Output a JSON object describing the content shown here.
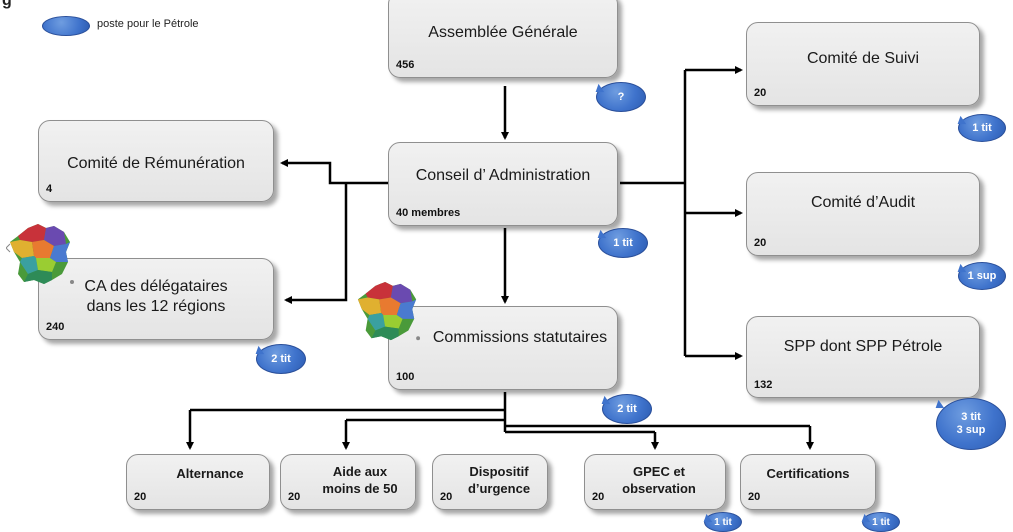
{
  "legend": {
    "title": "g",
    "text": "poste pour le Pétrole"
  },
  "boxes": {
    "ag": {
      "title": "Assemblée Générale",
      "num": "456"
    },
    "ca": {
      "title": "Conseil d’ Administration",
      "num": "40 membres"
    },
    "remun": {
      "title": "Comité de Rémunération",
      "num": "4"
    },
    "regions": {
      "title": "CA des délégataires\ndans les 12 régions",
      "num": "240"
    },
    "commissions": {
      "title": "Commissions statutaires",
      "num": "100"
    },
    "suivi": {
      "title": "Comité de Suivi",
      "num": "20"
    },
    "audit": {
      "title": "Comité d’Audit",
      "num": "20"
    },
    "spp": {
      "title": "SPP dont SPP Pétrole",
      "num": "132"
    },
    "alternance": {
      "title": "Alternance",
      "num": "20"
    },
    "aide": {
      "title": "Aide aux\nmoins de 50",
      "num": "20"
    },
    "dispositif": {
      "title": "Dispositif\nd’urgence",
      "num": "20"
    },
    "gpec": {
      "title": "GPEC et\nobservation",
      "num": "20"
    },
    "certifications": {
      "title": "Certifications",
      "num": "20"
    }
  },
  "bubbles": {
    "ag": "?",
    "ca": "1 tit",
    "regions": "2 tit",
    "commissions": "2 tit",
    "suivi": "1 tit",
    "audit": "1 sup",
    "spp": "3 tit\n3 sup",
    "gpec": "1 tit",
    "certifications": "1 tit"
  },
  "colors": {
    "bubble": "#3f73cc",
    "box": "#e8e8e8",
    "connector": "#000000"
  },
  "icons": {
    "map": "france-regions-map-icon"
  }
}
